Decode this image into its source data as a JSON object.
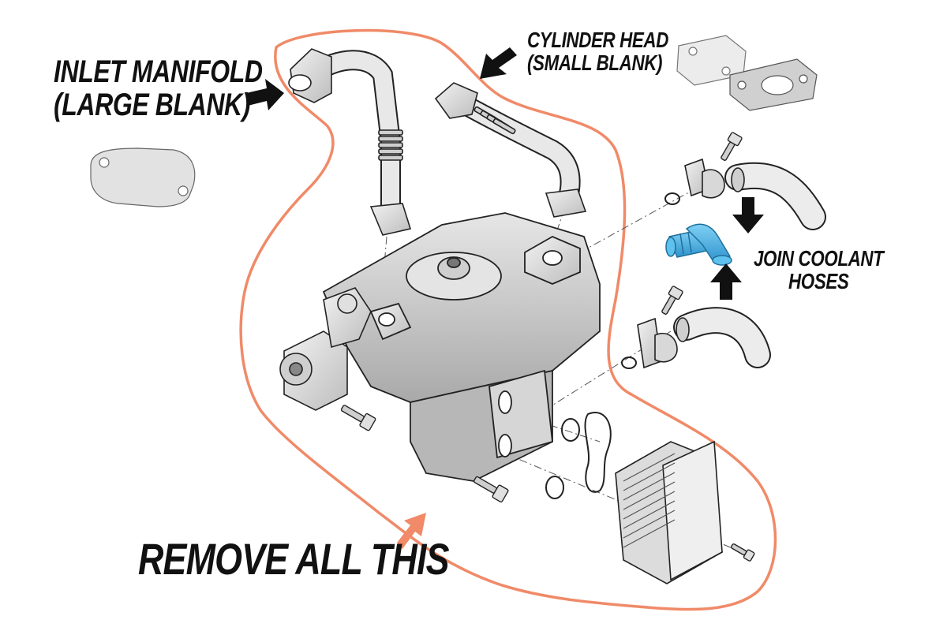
{
  "labels": {
    "inlet_manifold": {
      "line1": "INLET MANIFOLD",
      "line2": "(LARGE BLANK)"
    },
    "cylinder_head": {
      "line1": "CYLINDER HEAD",
      "line2": "(SMALL BLANK)"
    },
    "join_coolant": {
      "line1": "JOIN COOLANT",
      "line2": "HOSES"
    },
    "remove_all": "REMOVE ALL THIS"
  },
  "colors": {
    "outline": "#f08a68",
    "arrow_black": "#111111",
    "arrow_orange": "#f08a68",
    "connector_blue": "#4fb3e6",
    "part_grey": "#d9d9d9",
    "part_light": "#ececec",
    "part_dark": "#9a9a9a",
    "line": "#222222"
  }
}
